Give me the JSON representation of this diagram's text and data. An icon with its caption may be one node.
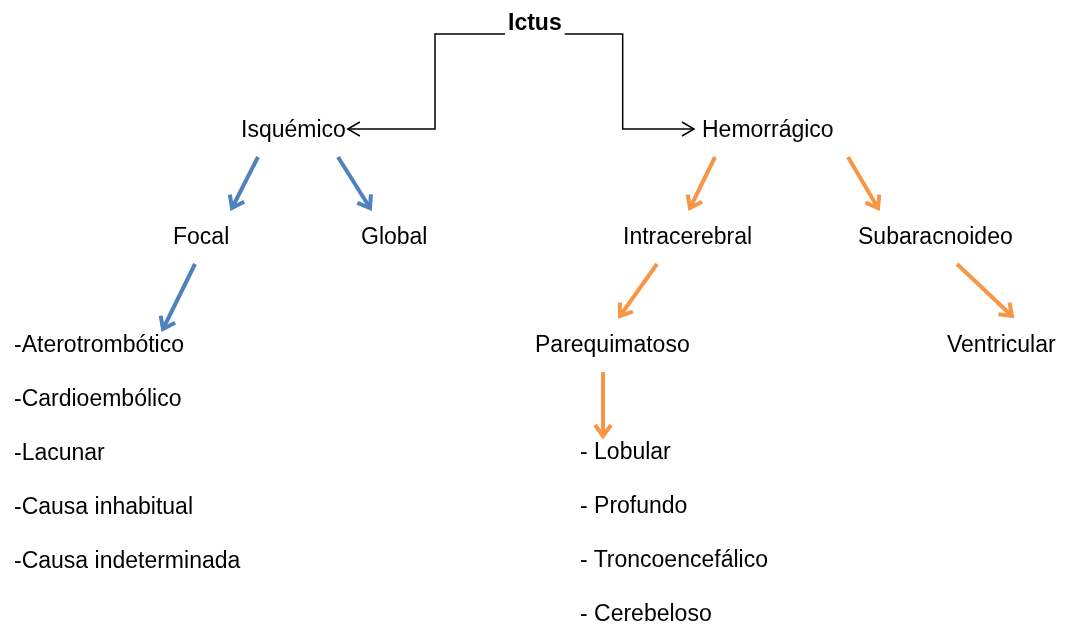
{
  "diagram": {
    "nodes": [
      {
        "text": [
          "Ictus"
        ]
      },
      {
        "text": [
          "Isquémico"
        ]
      },
      {
        "text": [
          "Hemorrágico"
        ]
      },
      {
        "text": [
          "Focal"
        ]
      },
      {
        "text": [
          "Global"
        ]
      },
      {
        "text": [
          "Intracerebral"
        ]
      },
      {
        "text": [
          "Subaracnoideo"
        ]
      },
      {
        "text": [
          "-Aterotrombótico",
          "-Cardioembólico",
          "-Lacunar",
          "-Causa inhabitual",
          "-Causa indeterminada"
        ]
      },
      {
        "text": [
          "Parequimatoso"
        ]
      },
      {
        "text": [
          "Ventricular"
        ]
      },
      {
        "text": [
          "- Lobular",
          "- Profundo",
          "- Troncoencefálico",
          "- Cerebeloso"
        ]
      }
    ],
    "edges": [
      {
        "from": 0,
        "to": 1,
        "arrow": "to",
        "color": "#000000"
      },
      {
        "from": 0,
        "to": 2,
        "arrow": "to",
        "color": "#000000"
      },
      {
        "from": 1,
        "to": 3,
        "arrow": "to",
        "color": "#4f81bd"
      },
      {
        "from": 1,
        "to": 4,
        "arrow": "to",
        "color": "#4f81bd"
      },
      {
        "from": 2,
        "to": 5,
        "arrow": "to",
        "color": "#f79646"
      },
      {
        "from": 2,
        "to": 6,
        "arrow": "to",
        "color": "#f79646"
      },
      {
        "from": 3,
        "to": 7,
        "arrow": "to",
        "color": "#4f81bd"
      },
      {
        "from": 5,
        "to": 8,
        "arrow": "to",
        "color": "#f79646"
      },
      {
        "from": 6,
        "to": 9,
        "arrow": "to",
        "color": "#f79646"
      },
      {
        "from": 8,
        "to": 10,
        "arrow": "to",
        "color": "#f79646"
      }
    ]
  }
}
